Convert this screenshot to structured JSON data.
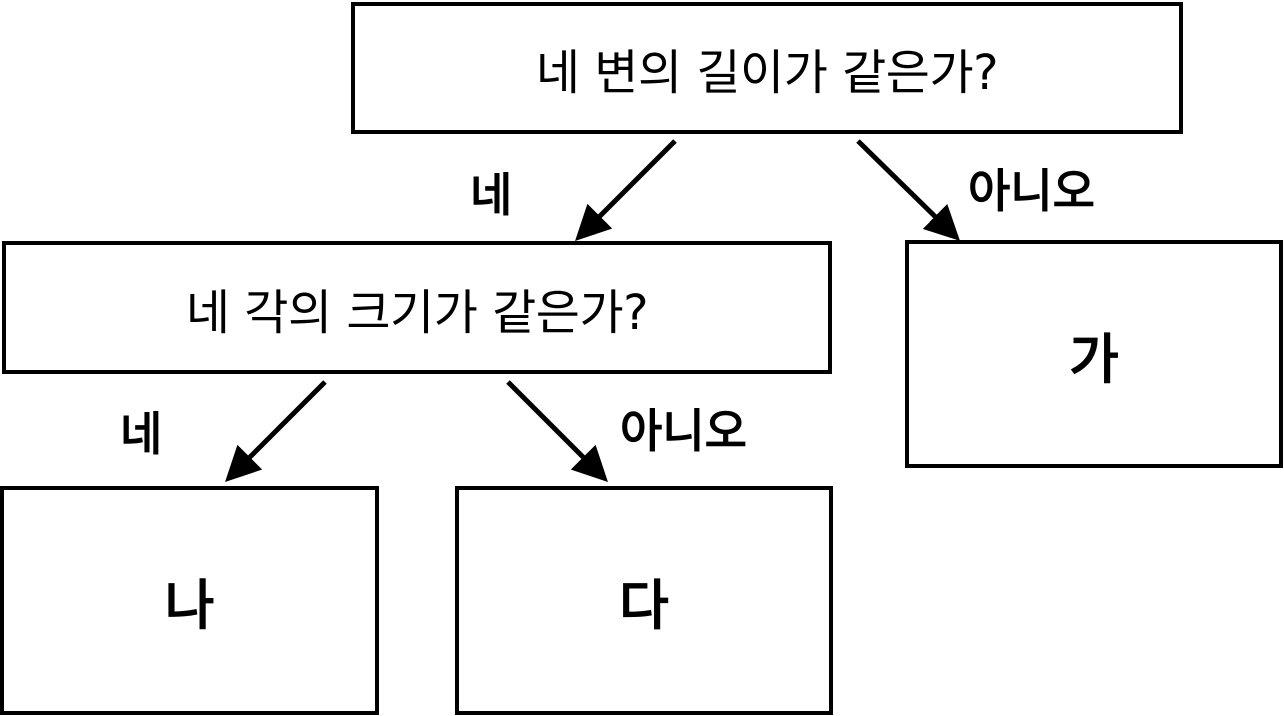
{
  "diagram": {
    "root_question": "네 변의 길이가 같은가?",
    "sub_question": "네 각의 크기가 같은가?",
    "edges": {
      "root_yes": "네",
      "root_no": "아니오",
      "sub_yes": "네",
      "sub_no": "아니오"
    },
    "results": {
      "a": "가",
      "b": "나",
      "c": "다"
    }
  }
}
